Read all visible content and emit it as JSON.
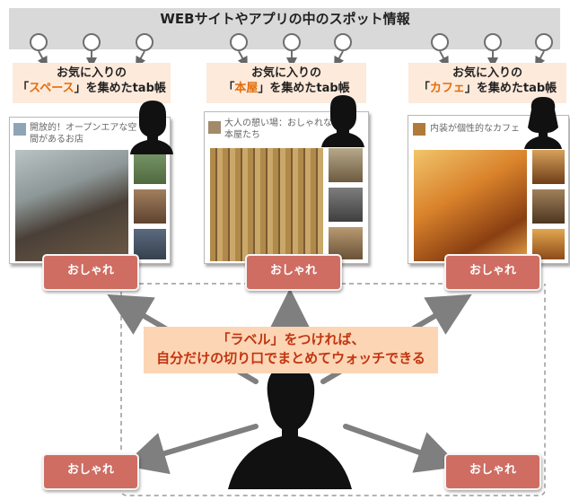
{
  "header": {
    "title": "WEBサイトやアプリの中のスポット情報"
  },
  "notebooks": [
    {
      "line1": "お気に入りの",
      "open": "「",
      "keyword": "スペース",
      "close": "」",
      "suffix": "を集めたtab帳",
      "card_text": "開放的！オープンエアな空間があるお店"
    },
    {
      "line1": "お気に入りの",
      "open": "「",
      "keyword": "本屋",
      "close": "」",
      "suffix": "を集めたtab帳",
      "card_text": "大人の憩い場：おしゃれな本屋たち"
    },
    {
      "line1": "お気に入りの",
      "open": "「",
      "keyword": "カフェ",
      "close": "」",
      "suffix": "を集めたtab帳",
      "card_text": "内装が個性的なカフェ"
    }
  ],
  "tags": {
    "label": "おしゃれ"
  },
  "center_message": {
    "line1": "「ラベル」をつければ、",
    "line2": "自分だけの切り口でまとめてウォッチできる"
  },
  "colors": {
    "accent": "#e36c0a",
    "tag": "#cf6d63",
    "message_bg": "#fcd5b5",
    "message_text": "#c0350f"
  }
}
